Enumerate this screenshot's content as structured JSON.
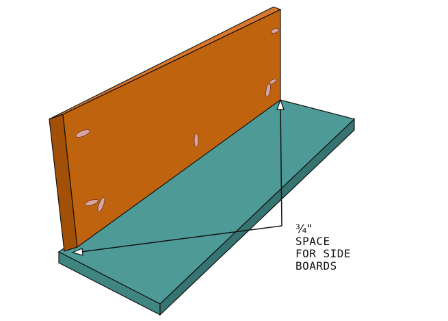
{
  "annotation": {
    "measurement": "¾\"",
    "line1": "SPACE",
    "line2": "FOR SIDE",
    "line3": "BOARDS"
  },
  "colors": {
    "back_board_front": "#c0630f",
    "back_board_top": "#d9782a",
    "back_board_side": "#a24f08",
    "base_board_top": "#4e9a97",
    "base_board_front": "#3f8683",
    "base_board_side": "#357471",
    "pocket_hole": "#d9a3a3",
    "outline": "#111111"
  }
}
